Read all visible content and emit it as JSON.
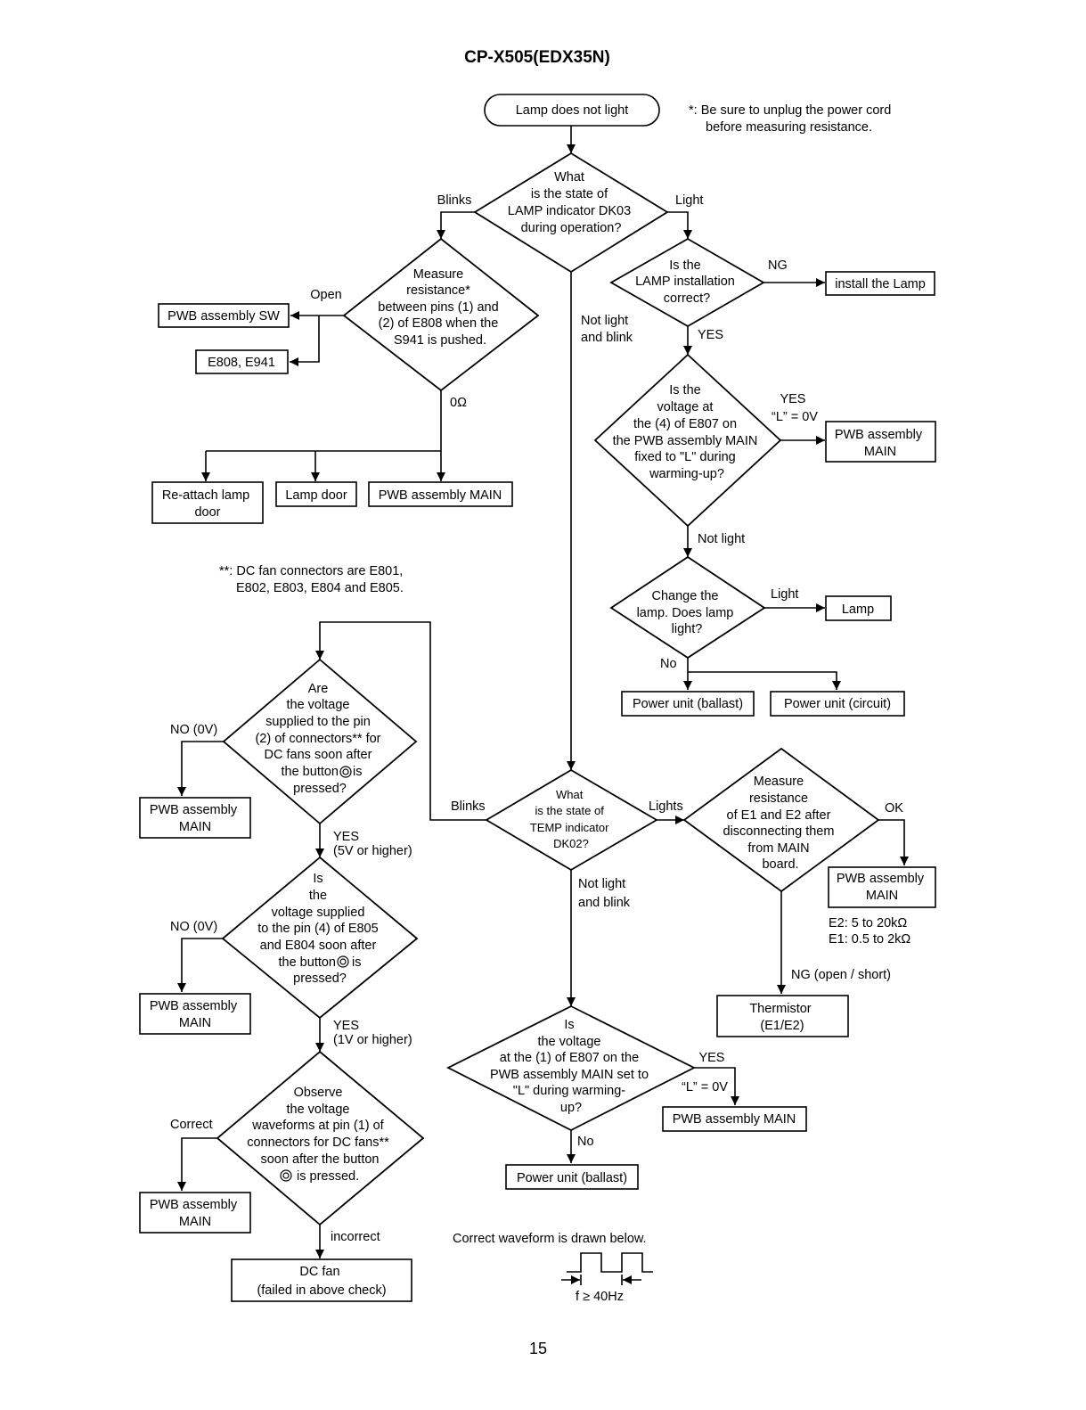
{
  "title": "CP-X505(EDX35N)",
  "page_number": "15",
  "notes": {
    "star": [
      "*: Be sure to unplug the power cord",
      "before measuring resistance."
    ],
    "double_star": [
      "**: DC fan connectors are E801,",
      "E802, E803, E804 and E805."
    ],
    "waveform": "Correct waveform is drawn below.",
    "frequency": "f ≥ 40Hz",
    "resistance_e2": "E2: 5 to 20kΩ",
    "resistance_e1": "E1: 0.5 to 2kΩ"
  },
  "nodes": {
    "start": "Lamp does not light",
    "q_lamp": [
      "What",
      "is the state of",
      "LAMP indicator DK03",
      "during operation?"
    ],
    "q_measure": [
      "Measure",
      "resistance*",
      "between pins (1) and",
      "(2) of E808 when the",
      "S941 is pushed."
    ],
    "pwb_sw": "PWB assembly SW",
    "e808": "E808, E941",
    "reattach": [
      "Re-attach lamp",
      "door"
    ],
    "lamp_door": "Lamp door",
    "pwb_main_1": "PWB assembly MAIN",
    "q_install": [
      "Is the",
      "LAMP installation",
      "correct?"
    ],
    "install": "install the Lamp",
    "q_voltage": [
      "Is the",
      "voltage at",
      "the (4) of E807 on",
      "the PWB assembly MAIN",
      "fixed to \"L\" during",
      "warming-up?"
    ],
    "pwb_main_2": [
      "PWB assembly",
      "MAIN"
    ],
    "q_change": [
      "Change the",
      "lamp. Does lamp",
      "light?"
    ],
    "lamp": "Lamp",
    "pu_ballast_1": "Power unit (ballast)",
    "pu_circuit": "Power unit (circuit)",
    "q_fan1": [
      "Are",
      "the voltage",
      "supplied to the pin",
      "(2) of connectors** for",
      "DC fans soon after",
      "the button",
      "is",
      "pressed?"
    ],
    "pwb_main_3": [
      "PWB assembly",
      "MAIN"
    ],
    "q_fan2": [
      "Is",
      "the",
      "voltage supplied",
      "to the pin (4) of E805",
      "and E804 soon after",
      "the button",
      "is",
      "pressed?"
    ],
    "pwb_main_4": [
      "PWB assembly",
      "MAIN"
    ],
    "q_fan3": [
      "Observe",
      "the voltage",
      "waveforms at pin (1) of",
      "connectors for DC fans**",
      "soon after the button",
      "is pressed."
    ],
    "pwb_main_5": [
      "PWB assembly",
      "MAIN"
    ],
    "dc_fan": [
      "DC fan",
      "(failed in above check)"
    ],
    "q_temp": [
      "What",
      "is the state of",
      "TEMP indicator",
      "DK02?"
    ],
    "q_thermo": [
      "Measure",
      "resistance",
      "of E1 and E2 after",
      "disconnecting them",
      "from MAIN",
      "board."
    ],
    "pwb_main_6": [
      "PWB assembly",
      "MAIN"
    ],
    "thermistor": [
      "Thermistor",
      "(E1/E2)"
    ],
    "q_e807": [
      "Is",
      "the voltage",
      "at the (1) of E807 on the",
      "PWB assembly MAIN set to",
      "\"L\" during warming-",
      "up?"
    ],
    "pwb_main_7": "PWB assembly MAIN",
    "pu_ballast_2": "Power unit (ballast)"
  },
  "labels": {
    "blinks_1": "Blinks",
    "light_1": "Light",
    "open": "Open",
    "zero_ohm": "0Ω",
    "not_light_blink_1": [
      "Not light",
      "and blink"
    ],
    "ng_1": "NG",
    "yes_1": "YES",
    "yes_l0v_1": [
      "YES",
      "“L” = 0V"
    ],
    "not_light": "Not light",
    "light_2": "Light",
    "no_1": "No",
    "no0v_1": "NO (0V)",
    "yes_5v": [
      "YES",
      "(5V or higher)"
    ],
    "no0v_2": "NO (0V)",
    "yes_1v": [
      "YES",
      "(1V or higher)"
    ],
    "correct": "Correct",
    "incorrect": "incorrect",
    "blinks_2": "Blinks",
    "lights": "Lights",
    "ok": "OK",
    "ng_open_short": "NG (open / short)",
    "not_light_blink_2": [
      "Not light",
      "and blink"
    ],
    "yes_l0v_2": [
      "YES",
      "“L” = 0V"
    ],
    "no_2": "No"
  }
}
